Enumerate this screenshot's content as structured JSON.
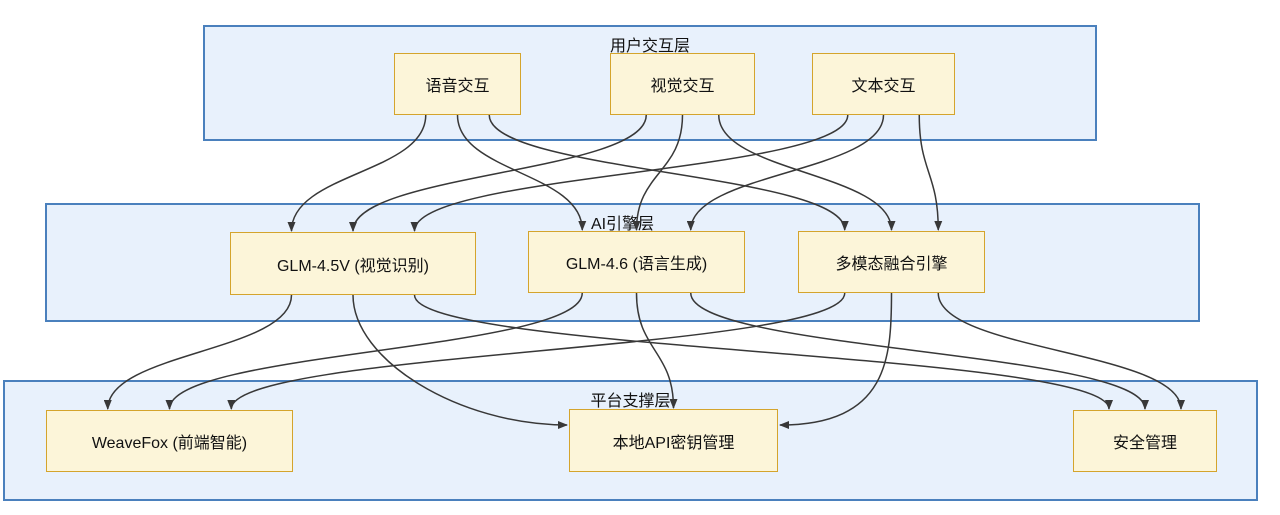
{
  "diagram": {
    "layers": [
      {
        "id": "user",
        "title": "用户交互层",
        "nodes": [
          {
            "id": "voice",
            "label": "语音交互"
          },
          {
            "id": "vision",
            "label": "视觉交互"
          },
          {
            "id": "text",
            "label": "文本交互"
          }
        ]
      },
      {
        "id": "ai",
        "title": "AI引擎层",
        "nodes": [
          {
            "id": "glm45v",
            "label": "GLM-4.5V (视觉识别)"
          },
          {
            "id": "glm46",
            "label": "GLM-4.6 (语言生成)"
          },
          {
            "id": "fusion",
            "label": "多模态融合引擎"
          }
        ]
      },
      {
        "id": "platform",
        "title": "平台支撑层",
        "nodes": [
          {
            "id": "weavefox",
            "label": "WeaveFox (前端智能)"
          },
          {
            "id": "apikey",
            "label": "本地API密钥管理"
          },
          {
            "id": "security",
            "label": "安全管理"
          }
        ]
      }
    ],
    "edges": [
      {
        "from": "voice",
        "to": "glm45v"
      },
      {
        "from": "voice",
        "to": "glm46"
      },
      {
        "from": "voice",
        "to": "fusion"
      },
      {
        "from": "vision",
        "to": "glm45v"
      },
      {
        "from": "vision",
        "to": "glm46"
      },
      {
        "from": "vision",
        "to": "fusion"
      },
      {
        "from": "text",
        "to": "glm45v"
      },
      {
        "from": "text",
        "to": "glm46"
      },
      {
        "from": "text",
        "to": "fusion"
      },
      {
        "from": "glm45v",
        "to": "weavefox"
      },
      {
        "from": "glm45v",
        "to": "apikey",
        "toSide": "left"
      },
      {
        "from": "glm45v",
        "to": "security"
      },
      {
        "from": "glm46",
        "to": "weavefox"
      },
      {
        "from": "glm46",
        "to": "apikey"
      },
      {
        "from": "glm46",
        "to": "security"
      },
      {
        "from": "fusion",
        "to": "weavefox"
      },
      {
        "from": "fusion",
        "to": "apikey",
        "toSide": "right"
      },
      {
        "from": "fusion",
        "to": "security"
      }
    ],
    "colors": {
      "layer_fill": "#e8f1fc",
      "layer_border": "#4a80bd",
      "node_fill": "#fcf5d9",
      "node_border": "#d4a42c",
      "edge": "#383838",
      "text": "#111111"
    }
  }
}
